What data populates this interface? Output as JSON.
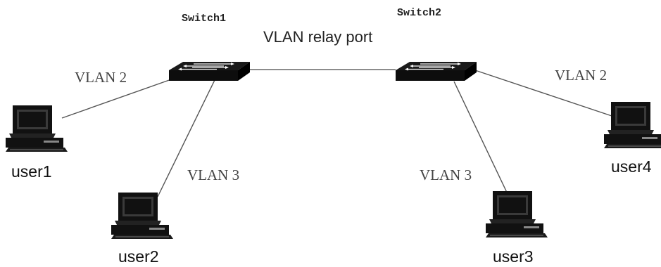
{
  "diagram": {
    "switch1_label": "Switch1",
    "switch2_label": "Switch2",
    "relay_label": "VLAN relay port",
    "links": {
      "user1_vlan": "VLAN 2",
      "user2_vlan": "VLAN 3",
      "user3_vlan": "VLAN 3",
      "user4_vlan": "VLAN 2"
    },
    "users": {
      "user1": "user1",
      "user2": "user2",
      "user3": "user3",
      "user4": "user4"
    },
    "icons": [
      "switch-icon",
      "computer-icon"
    ],
    "colors": {
      "line": "#555555",
      "device": "#111111",
      "text": "#222222"
    }
  }
}
